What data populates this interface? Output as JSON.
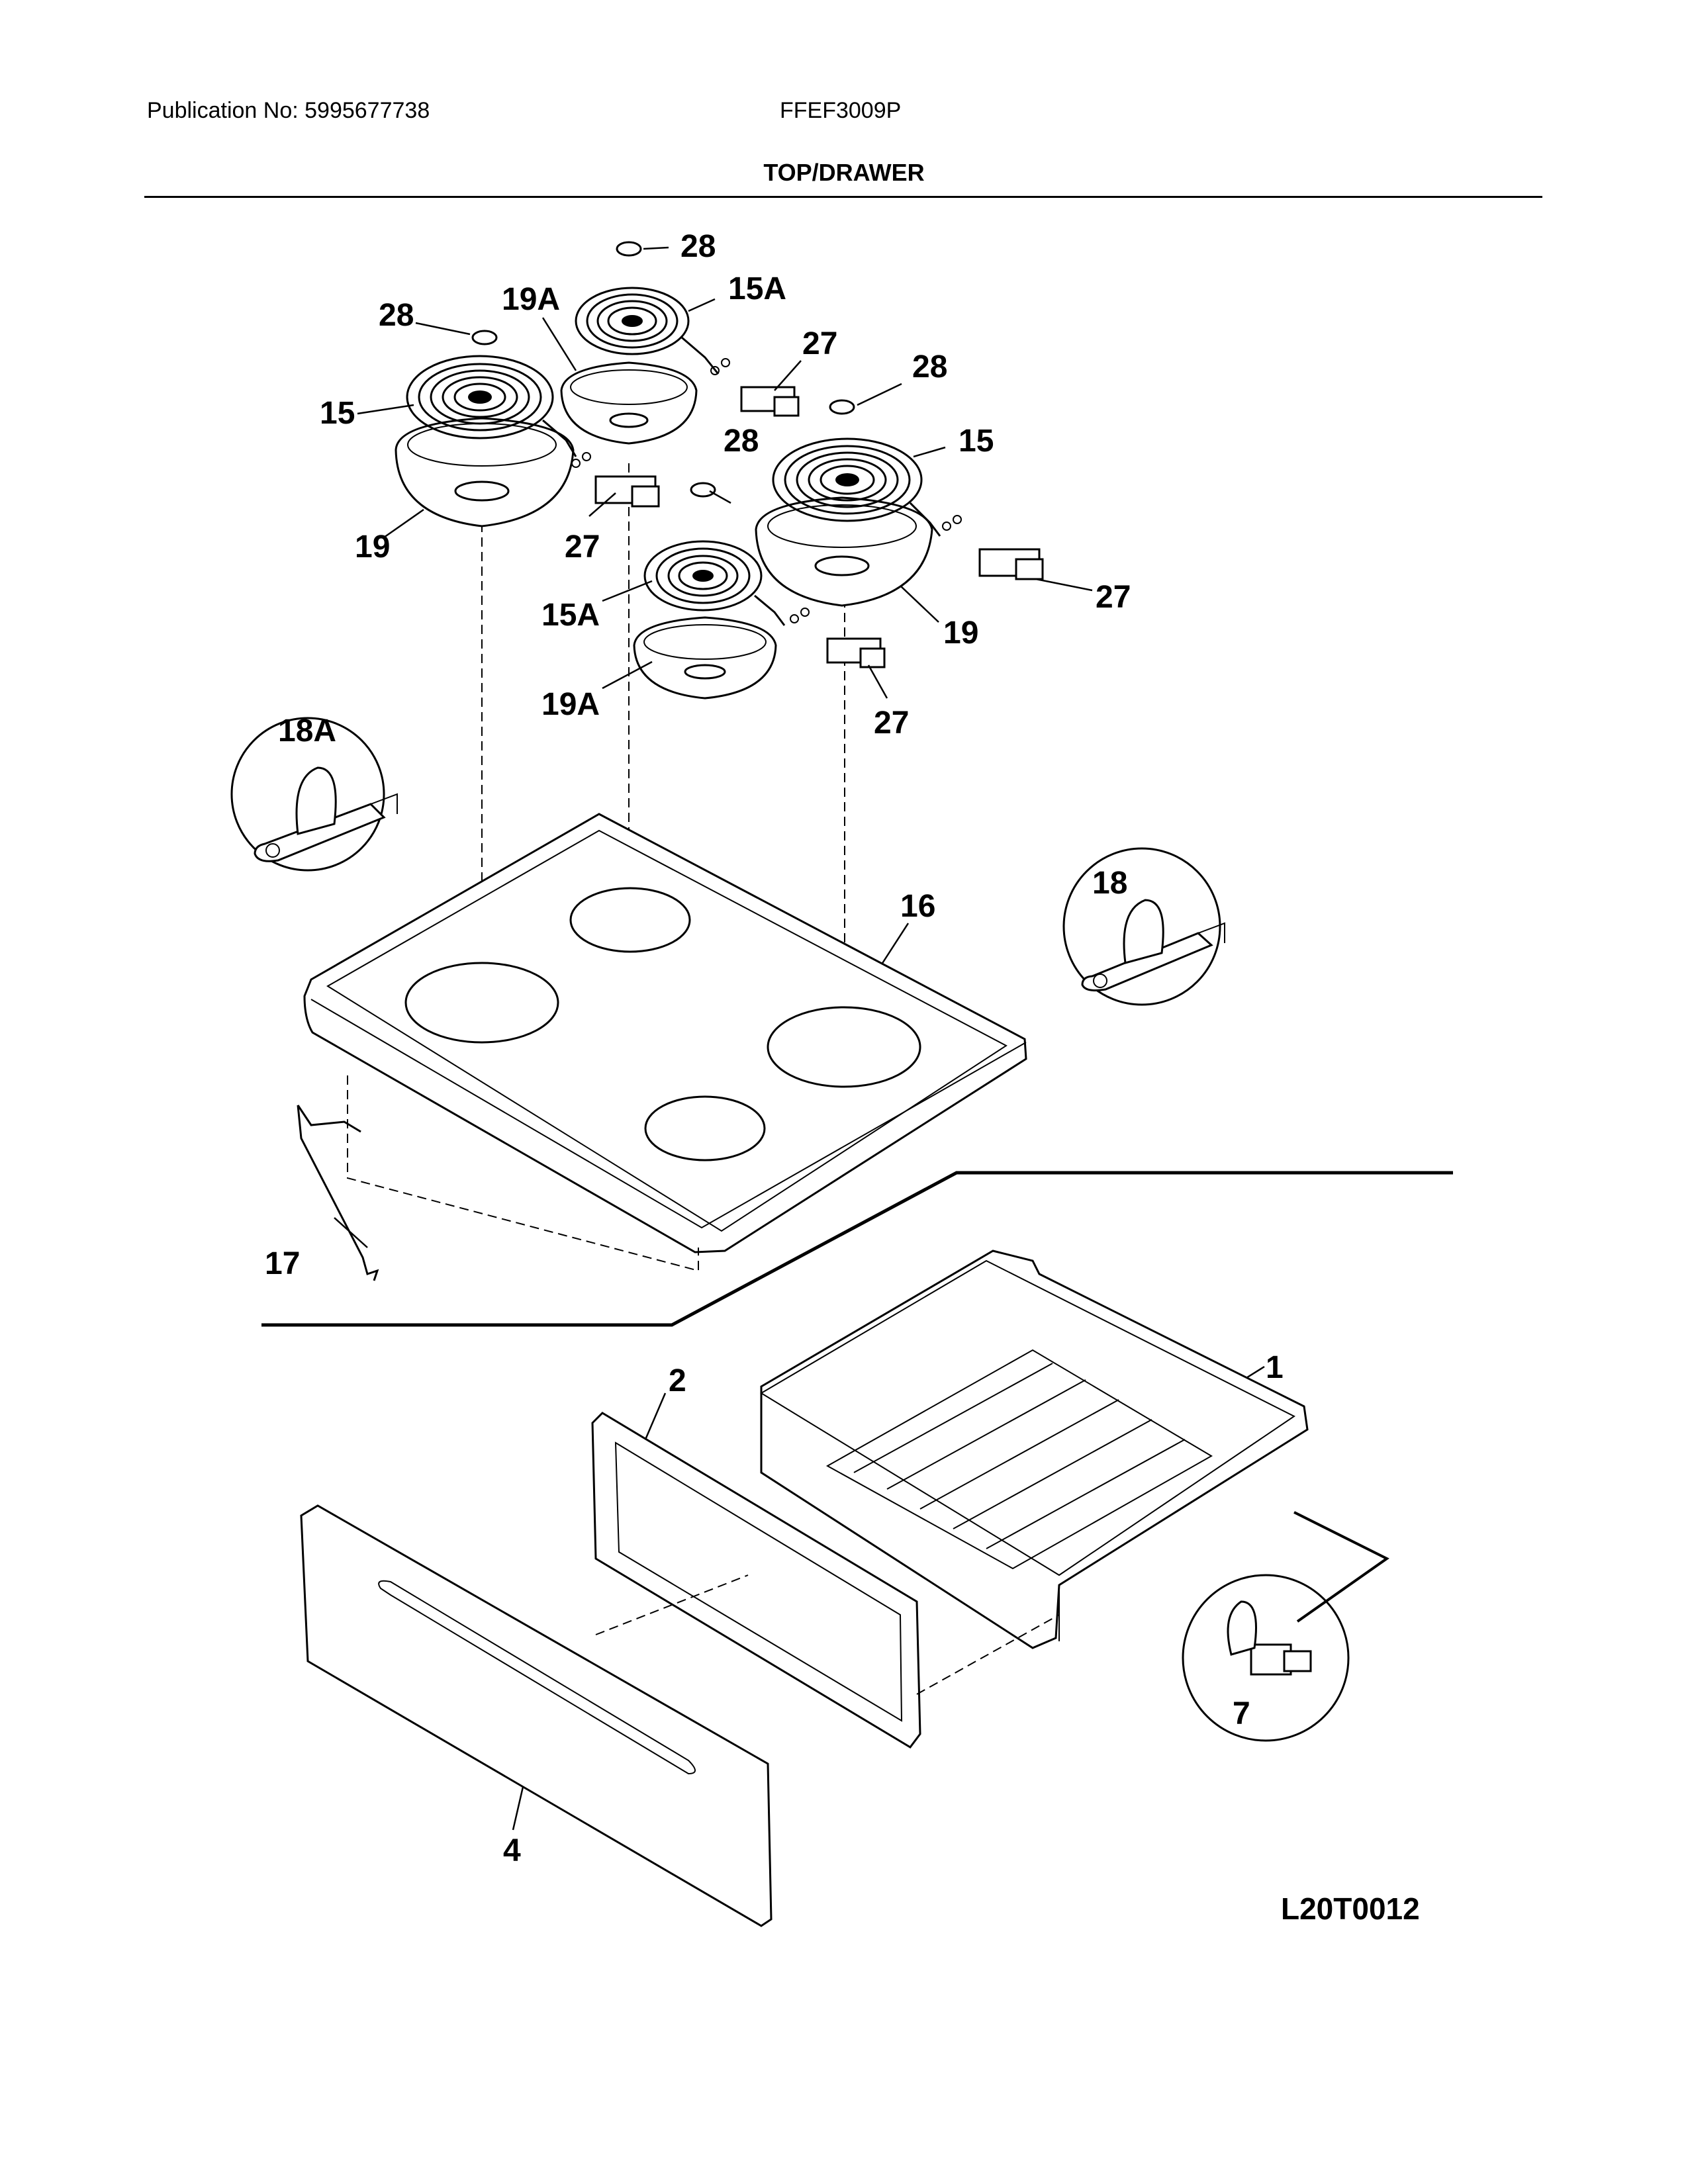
{
  "header": {
    "publication": "Publication No: 5995677738",
    "model": "FFEF3009P",
    "section_title": "TOP/DRAWER"
  },
  "diagram_code": "L20T0012",
  "callouts": {
    "c28_top": "28",
    "c15A_top": "15A",
    "c19A_top": "19A",
    "c28_left": "28",
    "c27_top": "27",
    "c28_right": "28",
    "c15_left": "15",
    "c28_mid": "28",
    "c15_right": "15",
    "c19_left": "19",
    "c27_left": "27",
    "c15A_bot": "15A",
    "c27_right": "27",
    "c19_right": "19",
    "c19A_bot": "19A",
    "c27_bot": "27",
    "c18A": "18A",
    "c18": "18",
    "c16": "16",
    "c17": "17",
    "c1": "1",
    "c2": "2",
    "c7": "7",
    "c4": "4"
  }
}
